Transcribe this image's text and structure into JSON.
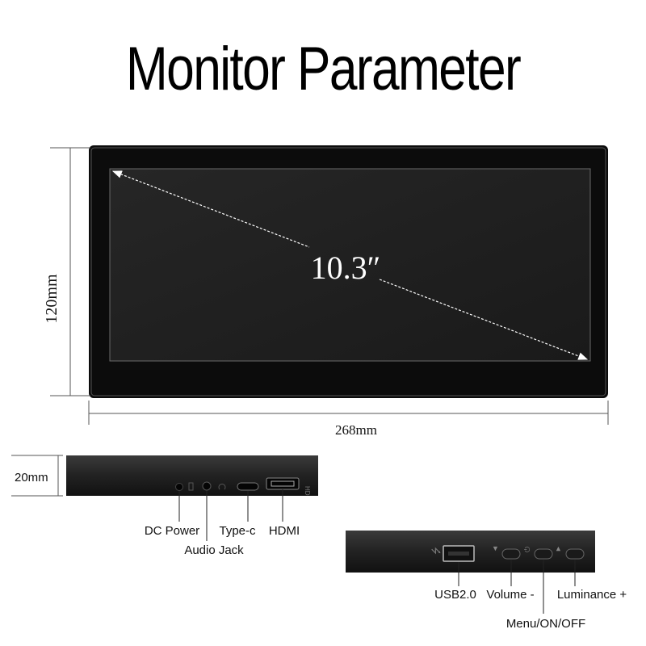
{
  "title": "Monitor Parameter",
  "front": {
    "diagonal": "10.3″",
    "height": "120mm",
    "width": "268mm"
  },
  "side": {
    "thickness": "20mm",
    "ports": {
      "dc_power": "DC Power",
      "audio_jack": "Audio Jack",
      "type_c": "Type-c",
      "hdmi": "HDMI"
    }
  },
  "back": {
    "ports": {
      "usb": "USB2.0",
      "volume_minus": "Volume -",
      "menu": "Menu/ON/OFF",
      "luminance_plus": "Luminance +"
    }
  }
}
